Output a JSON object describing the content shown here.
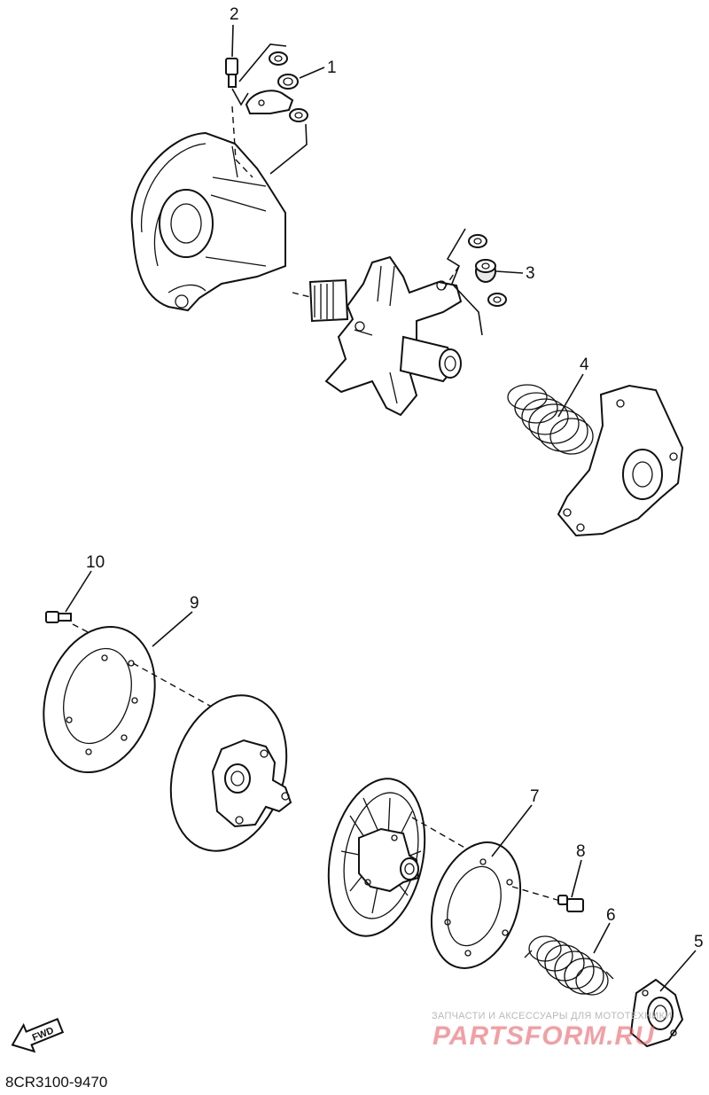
{
  "diagram": {
    "code": "8CR3100-9470",
    "fwd_label": "FWD",
    "callouts": [
      {
        "id": "1",
        "label": "1"
      },
      {
        "id": "2",
        "label": "2"
      },
      {
        "id": "3",
        "label": "3"
      },
      {
        "id": "4",
        "label": "4"
      },
      {
        "id": "5",
        "label": "5"
      },
      {
        "id": "6",
        "label": "6"
      },
      {
        "id": "7",
        "label": "7"
      },
      {
        "id": "8",
        "label": "8"
      },
      {
        "id": "9",
        "label": "9"
      },
      {
        "id": "10",
        "label": "10"
      }
    ]
  },
  "watermark": {
    "caption": "ЗАПЧАСТИ И АКСЕССУАРЫ ДЛЯ МОТОТЕХНИКИ",
    "logo": "PARTSFORM.RU"
  },
  "colors": {
    "line": "#111111",
    "watermark_logo": "#e85058",
    "watermark_caption": "#b9b9b9"
  }
}
